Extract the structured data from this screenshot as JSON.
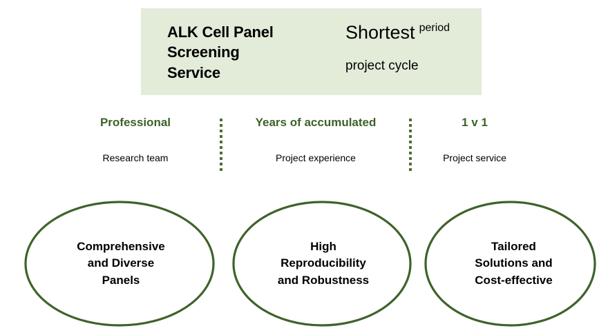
{
  "banner": {
    "title": "ALK Cell Panel\nScreening\nService",
    "tagline_main": "Shortest",
    "tagline_sup": "period",
    "tagline_sub": "project cycle",
    "background_color": "#e3ecd9"
  },
  "features": {
    "accent_color": "#3e6128",
    "divider_color": "#4a7030",
    "columns": [
      {
        "heading": "Professional",
        "subtitle": "Research team"
      },
      {
        "heading": "Years of accumulated",
        "subtitle": "Project experience"
      },
      {
        "heading": "1 v 1",
        "subtitle": "Project service"
      }
    ]
  },
  "highlights": {
    "outline_color": "#40622b",
    "items": [
      {
        "label": "Comprehensive\nand Diverse\nPanels"
      },
      {
        "label": "High\nReproducibility\nand Robustness"
      },
      {
        "label": "Tailored\nSolutions and\nCost-effective"
      }
    ]
  }
}
